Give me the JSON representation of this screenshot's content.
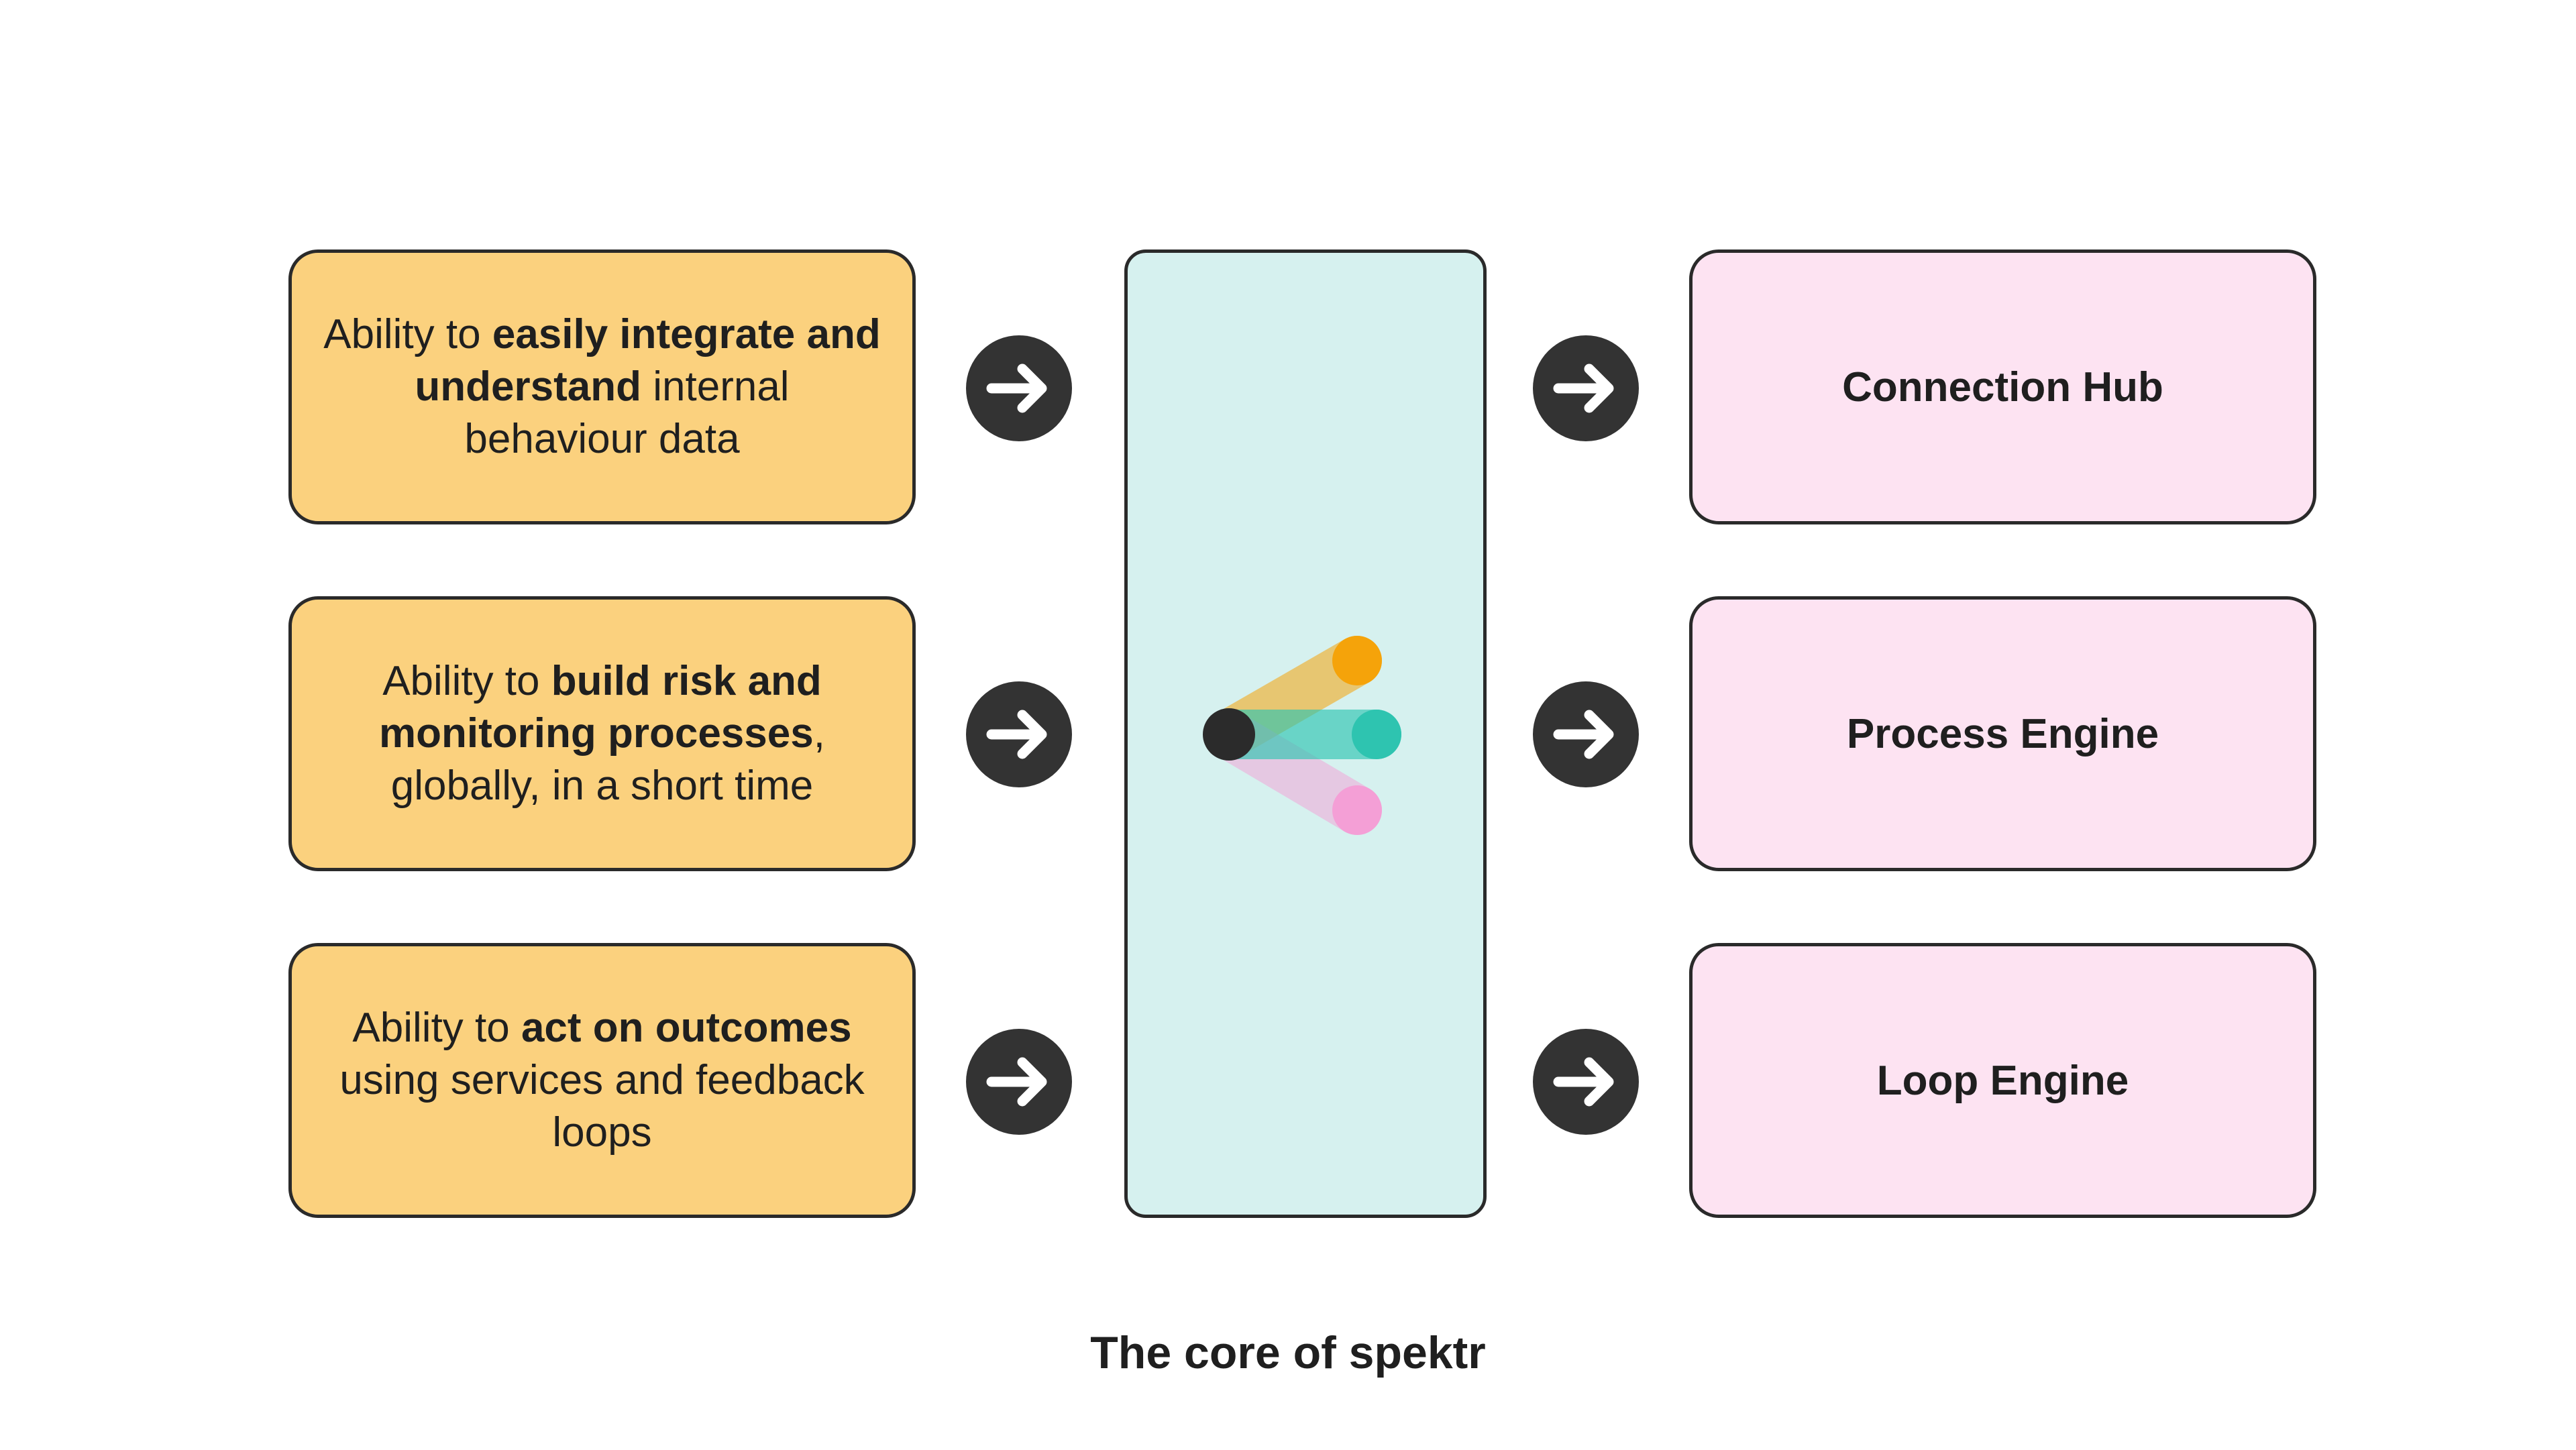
{
  "left_items": [
    {
      "pre": "Ability to ",
      "bold": "easily integrate and understand",
      "post": " internal behaviour data"
    },
    {
      "pre": "Ability to ",
      "bold": "build risk and monitoring processes",
      "post": ", globally, in a short time"
    },
    {
      "pre": "Ability to ",
      "bold": "act on outcomes",
      "post": " using services and feedback loops"
    }
  ],
  "right_items": [
    {
      "label": "Connection Hub"
    },
    {
      "label": "Process Engine"
    },
    {
      "label": "Loop Engine"
    }
  ],
  "caption": "The core of spektr",
  "icons": {
    "arrow": "arrow-right-icon",
    "logo": "spektr-logo"
  },
  "colors": {
    "left_card": "#fbd17e",
    "right_card": "#fde3f2",
    "core": "#d6f1ef",
    "arrow": "#333333",
    "logo_orange": "#f5a30a",
    "logo_teal": "#2ec4b0",
    "logo_pink": "#f49fd6",
    "logo_dark": "#2b2b2b"
  }
}
